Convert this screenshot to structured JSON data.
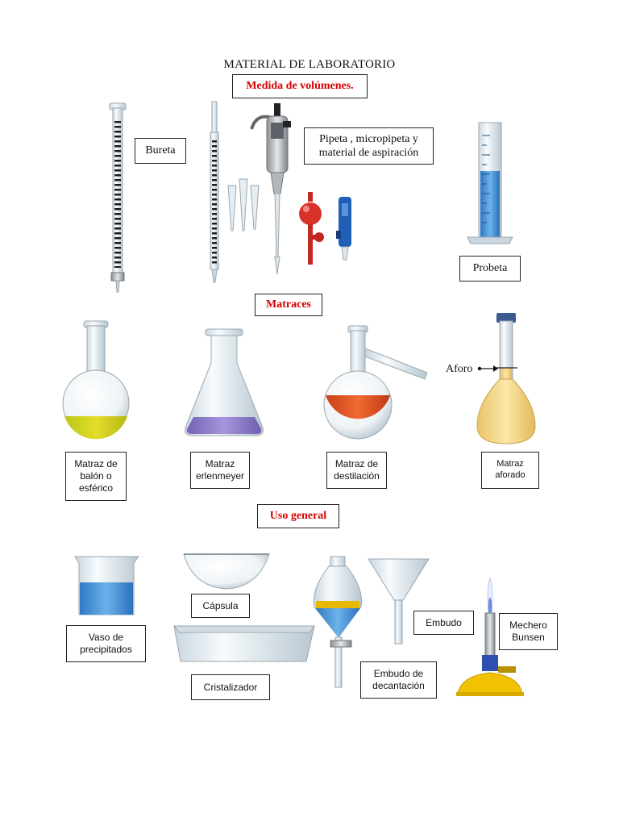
{
  "title": "MATERIAL DE LABORATORIO",
  "sections": {
    "volumes": "Medida de volúmenes.",
    "flasks": "Matraces",
    "general": "Uso general"
  },
  "labels": {
    "bureta": "Bureta",
    "pipeta_line1": "Pipeta , micropipeta y",
    "pipeta_line2": "material de aspiración",
    "probeta": "Probeta",
    "aforo": "Aforo",
    "balon_line1": "Matraz de",
    "balon_line2": "balón o",
    "balon_line3": "esférico",
    "erlen_line1": "Matraz",
    "erlen_line2": "erlenmeyer",
    "destil_line1": "Matraz de",
    "destil_line2": "destilación",
    "aforado_line1": "Matraz",
    "aforado_line2": "aforado",
    "capsula": "Cápsula",
    "vaso_line1": "Vaso de",
    "vaso_line2": "precipitados",
    "cristalizador": "Cristalizador",
    "embudo": "Embudo",
    "decant_line1": "Embudo de",
    "decant_line2": "decantación",
    "mechero_line1": "Mechero",
    "mechero_line2": "Bunsen"
  },
  "icons": [
    "burette-icon",
    "graduated-pipette-icon",
    "micropipette-icon",
    "pipette-tips-icon",
    "pipette-bulb-icon",
    "pipette-filler-icon",
    "graduated-cylinder-icon",
    "round-bottom-flask-icon",
    "erlenmeyer-flask-icon",
    "distillation-flask-icon",
    "volumetric-flask-icon",
    "beaker-icon",
    "evaporating-dish-icon",
    "crystallizing-dish-icon",
    "separatory-funnel-icon",
    "funnel-icon",
    "bunsen-burner-icon"
  ],
  "colors": {
    "section_red": "#d60000",
    "liquid_blue": "#3d8fd6",
    "liquid_yellow": "#d7d31e",
    "liquid_purple": "#8b78c8",
    "liquid_orange": "#e2501e",
    "liquid_gold": "#f2d27a",
    "burner_yellow": "#f2c200"
  }
}
